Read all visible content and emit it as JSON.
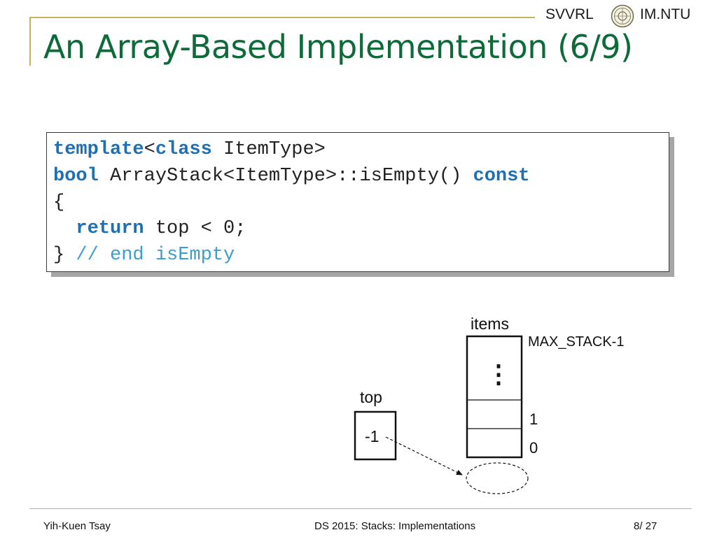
{
  "header": {
    "brand_left": "SVVRL",
    "brand_right": "IM.NTU",
    "seal_icon": "university-seal-icon"
  },
  "slide": {
    "title": "An Array-Based Implementation (6/9)"
  },
  "code": {
    "line1": {
      "kw1": "template",
      "p1": "<",
      "kw2": "class",
      "p2": " ItemType>"
    },
    "line2": {
      "kw1": "bool",
      "p1": " ArrayStack<ItemType>::isEmpty() ",
      "kw2": "const"
    },
    "line3": {
      "p1": "{"
    },
    "line4": {
      "indent": "  ",
      "kw1": "return",
      "p1": " top < 0;"
    },
    "line5": {
      "p1": "} ",
      "comment": "// end isEmpty"
    }
  },
  "diagram": {
    "items_label": "items",
    "max_index_label": "MAX_STACK-1",
    "ellipsis": "⋮",
    "index_one": "1",
    "index_zero": "0",
    "top_label": "top",
    "top_value": "-1"
  },
  "footer": {
    "author": "Yih-Kuen Tsay",
    "course": "DS 2015: Stacks: Implementations",
    "page_current": "8",
    "page_separator": "/ ",
    "page_total": "27"
  },
  "colors": {
    "title": "#0d6b3a",
    "accent_line": "#c9b25c",
    "keyword": "#1f6fb3",
    "comment": "#3a9fd0"
  }
}
